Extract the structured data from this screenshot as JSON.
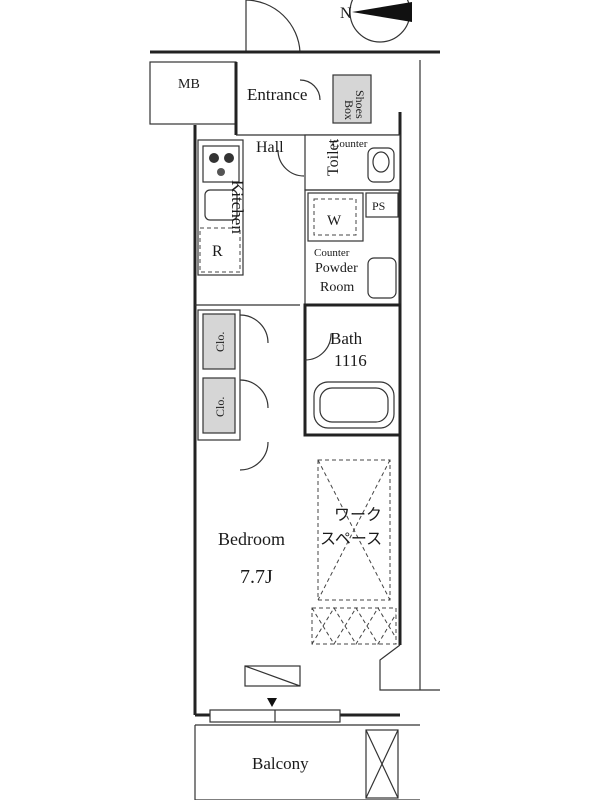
{
  "compass": {
    "label": "N"
  },
  "rooms": {
    "mb": "MB",
    "entrance": "Entrance",
    "shoes_box_line1": "Shoes",
    "shoes_box_line2": "Box",
    "hall": "Hall",
    "toilet": "Toilet",
    "counter_top": "Counter",
    "kitchen": "Kitchen",
    "washer": "W",
    "ps": "PS",
    "refrigerator": "R",
    "powder_counter": "Counter",
    "powder_room_line1": "Powder",
    "powder_room_line2": "Room",
    "closet_1": "Clo.",
    "closet_2": "Clo.",
    "bath": "Bath",
    "bath_size": "1116",
    "workspace_line1": "ワーク",
    "workspace_line2": "スペース",
    "bedroom": "Bedroom",
    "bedroom_size": "7.7J",
    "balcony": "Balcony"
  }
}
